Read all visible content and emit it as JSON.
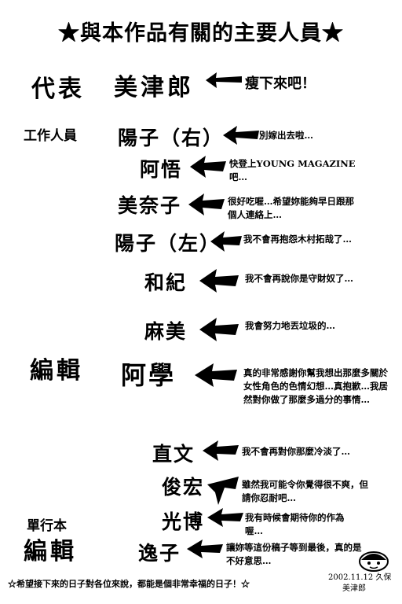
{
  "title": "★與本作品有關的主要人員★",
  "representative": {
    "label": "代表",
    "name": "美津郎",
    "message": "瘦下來吧！"
  },
  "staff": {
    "label": "工作人員",
    "members": [
      {
        "name": "陽子（右）",
        "message": "別嫁出去啦…"
      },
      {
        "name": "阿悟",
        "message": "快登上YOUNG MAGAZINE吧…"
      },
      {
        "name": "美奈子",
        "message": "很好吃喔…希望妳能夠早日跟那個人連絡上…"
      },
      {
        "name": "陽子（左）",
        "message": "我不會再抱怨木村拓哉了…"
      },
      {
        "name": "和紀",
        "message": "我不會再說你是守財奴了…"
      },
      {
        "name": "麻美",
        "message": "我會努力地丟垃圾的…"
      }
    ]
  },
  "editor": {
    "label": "編輯",
    "name": "阿學",
    "message": "真的非常感謝你幫我想出那麼多關於女性角色的色情幻想…真抱歉…我居然對你做了那麼多過分的事情…"
  },
  "others": [
    {
      "name": "直文",
      "message": "我不會再對你那麼冷淡了…"
    },
    {
      "name": "俊宏",
      "message": "雖然我可能令你覺得很不爽，但請你忍耐吧…"
    },
    {
      "name": "光博",
      "message": "我有時候會期待你的作為喔…"
    }
  ],
  "tankobon_editor": {
    "label_top": "單行本",
    "label_bottom": "編輯",
    "name": "逸子",
    "message": "讓妳等這份稿子等到最後，真的是不好意思…"
  },
  "footer": {
    "text": "☆希望接下來的日子對各位來說，都能是個非常幸福的日子！☆",
    "date": "2002.11.12 久保",
    "signature": "美津郎"
  }
}
